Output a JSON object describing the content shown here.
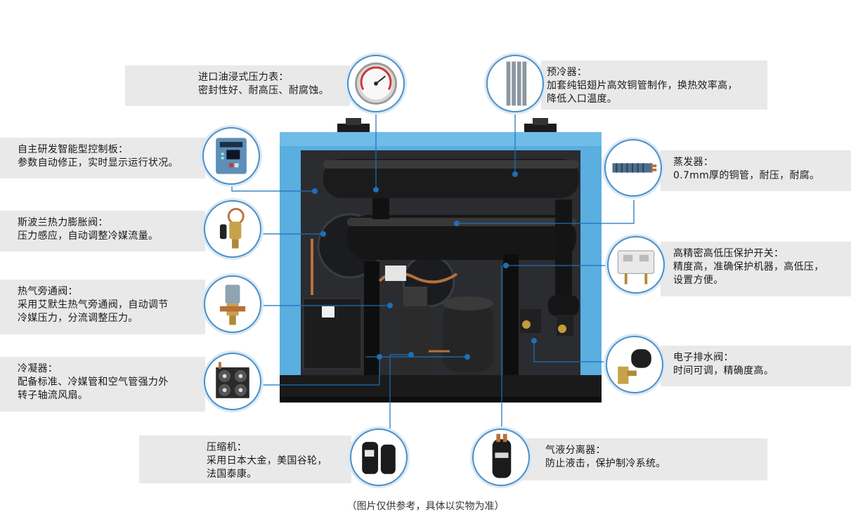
{
  "callouts": {
    "gauge": {
      "title": "进口油浸式压力表：",
      "lines": [
        "密封性好、耐高压、耐腐蚀。"
      ]
    },
    "controller": {
      "title": "自主研发智能型控制板：",
      "lines": [
        "参数自动修正，实时显示运行状况。"
      ]
    },
    "expansion": {
      "title": "斯波兰热力膨胀阀：",
      "lines": [
        "压力感应，自动调整冷媒流量。"
      ]
    },
    "bypass": {
      "title": "热气旁通阀：",
      "lines": [
        "采用艾默生热气旁通阀，自动调节",
        "冷媒压力，分流调整压力。"
      ]
    },
    "condenser": {
      "title": "冷凝器：",
      "lines": [
        "配备标准、冷媒管和空气管强力外",
        "转子轴流风扇。"
      ]
    },
    "compressor": {
      "title": "压缩机：",
      "lines": [
        "采用日本大金，美国谷轮，",
        "法国泰康。"
      ]
    },
    "precooler": {
      "title": "预冷器：",
      "lines": [
        "加套纯铝翅片高效铜管制作，换热效率高，",
        "降低入口温度。"
      ]
    },
    "evaporator": {
      "title": "蒸发器：",
      "lines": [
        "0.7mm厚的铜管，耐压，耐腐。"
      ]
    },
    "pswitch": {
      "title": "高精密高低压保护开关：",
      "lines": [
        "精度高，准确保护机器，高低压，",
        "设置方便。"
      ]
    },
    "drain": {
      "title": "电子排水阀：",
      "lines": [
        "时间可调，精确度高。"
      ]
    },
    "separator": {
      "title": "气液分离器：",
      "lines": [
        "防止液击，保护制冷系统。"
      ]
    }
  },
  "caption": "（图片仅供参考，具体以实物为准）",
  "colors": {
    "frame": "#5aaee0",
    "panel": "#e9e9ea",
    "pipe": "#1b1b1b",
    "lead": "#1e6fb8"
  }
}
